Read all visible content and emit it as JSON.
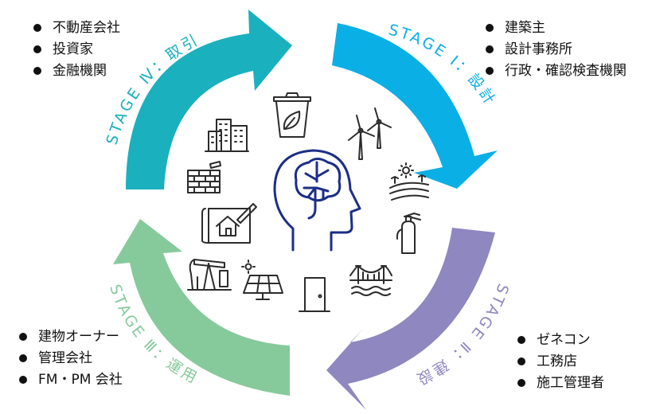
{
  "stages": [
    {
      "id": "stage1",
      "label": "STAGE Ⅰ：設計",
      "color": "#0AAFE6",
      "actors": [
        "建築主",
        "設計事務所",
        "行政・確認検査機関"
      ]
    },
    {
      "id": "stage2",
      "label": "STAGE Ⅱ：建設",
      "color": "#8F87C0",
      "actors": [
        "ゼネコン",
        "工務店",
        "施工管理者"
      ]
    },
    {
      "id": "stage3",
      "label": "STAGE Ⅲ：運用",
      "color": "#86CA9C",
      "actors": [
        "建物オーナー",
        "管理会社",
        "FM・PM 会社"
      ]
    },
    {
      "id": "stage4",
      "label": "STAGE Ⅳ：取引",
      "color": "#1AB0BE",
      "actors": [
        "不動産会社",
        "投資家",
        "金融機関"
      ]
    }
  ],
  "colors": {
    "icon": "#2b2b2b",
    "brain": "#1C2E86"
  },
  "icons": [
    "brain-head-icon",
    "trash-bin-leaf-icon",
    "wind-turbine-icon",
    "farmland-sun-icon",
    "fire-extinguisher-icon",
    "bridge-icon",
    "door-icon",
    "solar-panel-icon",
    "oil-pump-icon",
    "blueprint-house-icon",
    "brick-wall-icon",
    "city-buildings-icon"
  ]
}
